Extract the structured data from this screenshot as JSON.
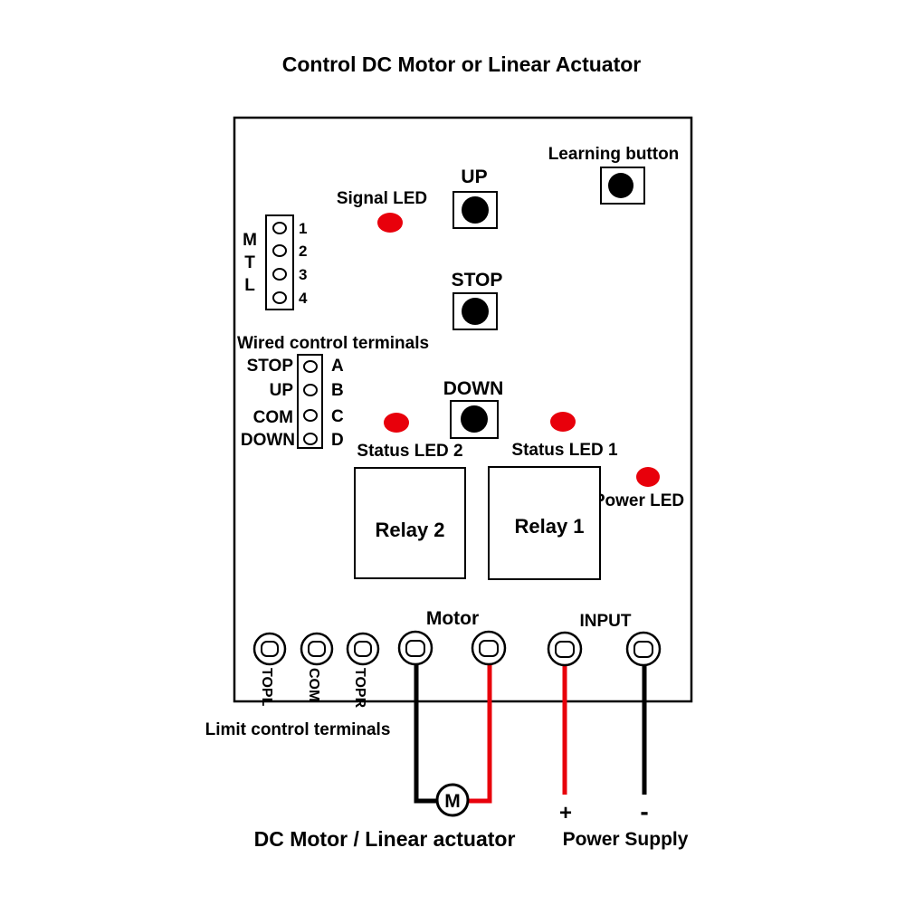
{
  "title": "Control DC Motor or Linear Actuator",
  "buttons": {
    "learning": "Learning button",
    "up": "UP",
    "stop": "STOP",
    "down": "DOWN"
  },
  "leds": {
    "signal": "Signal LED",
    "status2": "Status LED 2",
    "status1": "Status LED 1",
    "power": "Power LED",
    "color": "#e8000b"
  },
  "mtl": {
    "letters": [
      "M",
      "T",
      "L"
    ],
    "pins": [
      "1",
      "2",
      "3",
      "4"
    ]
  },
  "wired": {
    "title": "Wired control terminals",
    "labels": [
      "STOP",
      "UP",
      "COM",
      "DOWN"
    ],
    "letters": [
      "A",
      "B",
      "C",
      "D"
    ]
  },
  "relays": {
    "relay2": "Relay 2",
    "relay1": "Relay 1"
  },
  "terminals": {
    "motor": "Motor",
    "input": "INPUT",
    "limit": [
      "TOPL",
      "COM",
      "TOPR"
    ],
    "limit_title": "Limit control terminals"
  },
  "bottom": {
    "motor_symbol": "M",
    "plus": "+",
    "minus": "-",
    "motor_caption": "DC Motor / Linear actuator",
    "power_caption": "Power Supply"
  },
  "wire_colors": {
    "red": "#e8000b",
    "black": "#000000"
  }
}
